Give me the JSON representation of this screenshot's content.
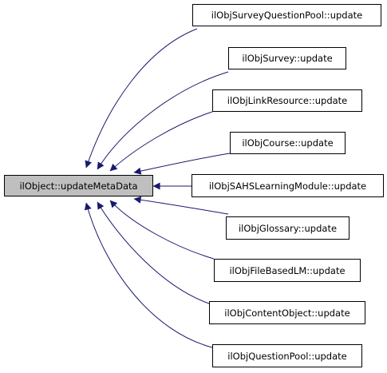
{
  "diagram": {
    "type": "call-graph",
    "root": {
      "label": "ilObject::updateMetaData",
      "highlighted": true
    },
    "callers": [
      {
        "id": "survey-question-pool",
        "label": "ilObjSurveyQuestionPool::update"
      },
      {
        "id": "survey",
        "label": "ilObjSurvey::update"
      },
      {
        "id": "link-resource",
        "label": "ilObjLinkResource::update"
      },
      {
        "id": "course",
        "label": "ilObjCourse::update"
      },
      {
        "id": "sahs-learning-module",
        "label": "ilObjSAHSLearningModule::update"
      },
      {
        "id": "glossary",
        "label": "ilObjGlossary::update"
      },
      {
        "id": "file-based-lm",
        "label": "ilObjFileBasedLM::update"
      },
      {
        "id": "content-object",
        "label": "ilObjContentObject::update"
      },
      {
        "id": "question-pool",
        "label": "ilObjQuestionPool::update"
      }
    ],
    "edge_direction": "callers-to-root",
    "colors": {
      "root_fill": "#bfbfbf",
      "node_fill": "#ffffff",
      "node_border": "#000000",
      "edge": "#191970"
    }
  }
}
